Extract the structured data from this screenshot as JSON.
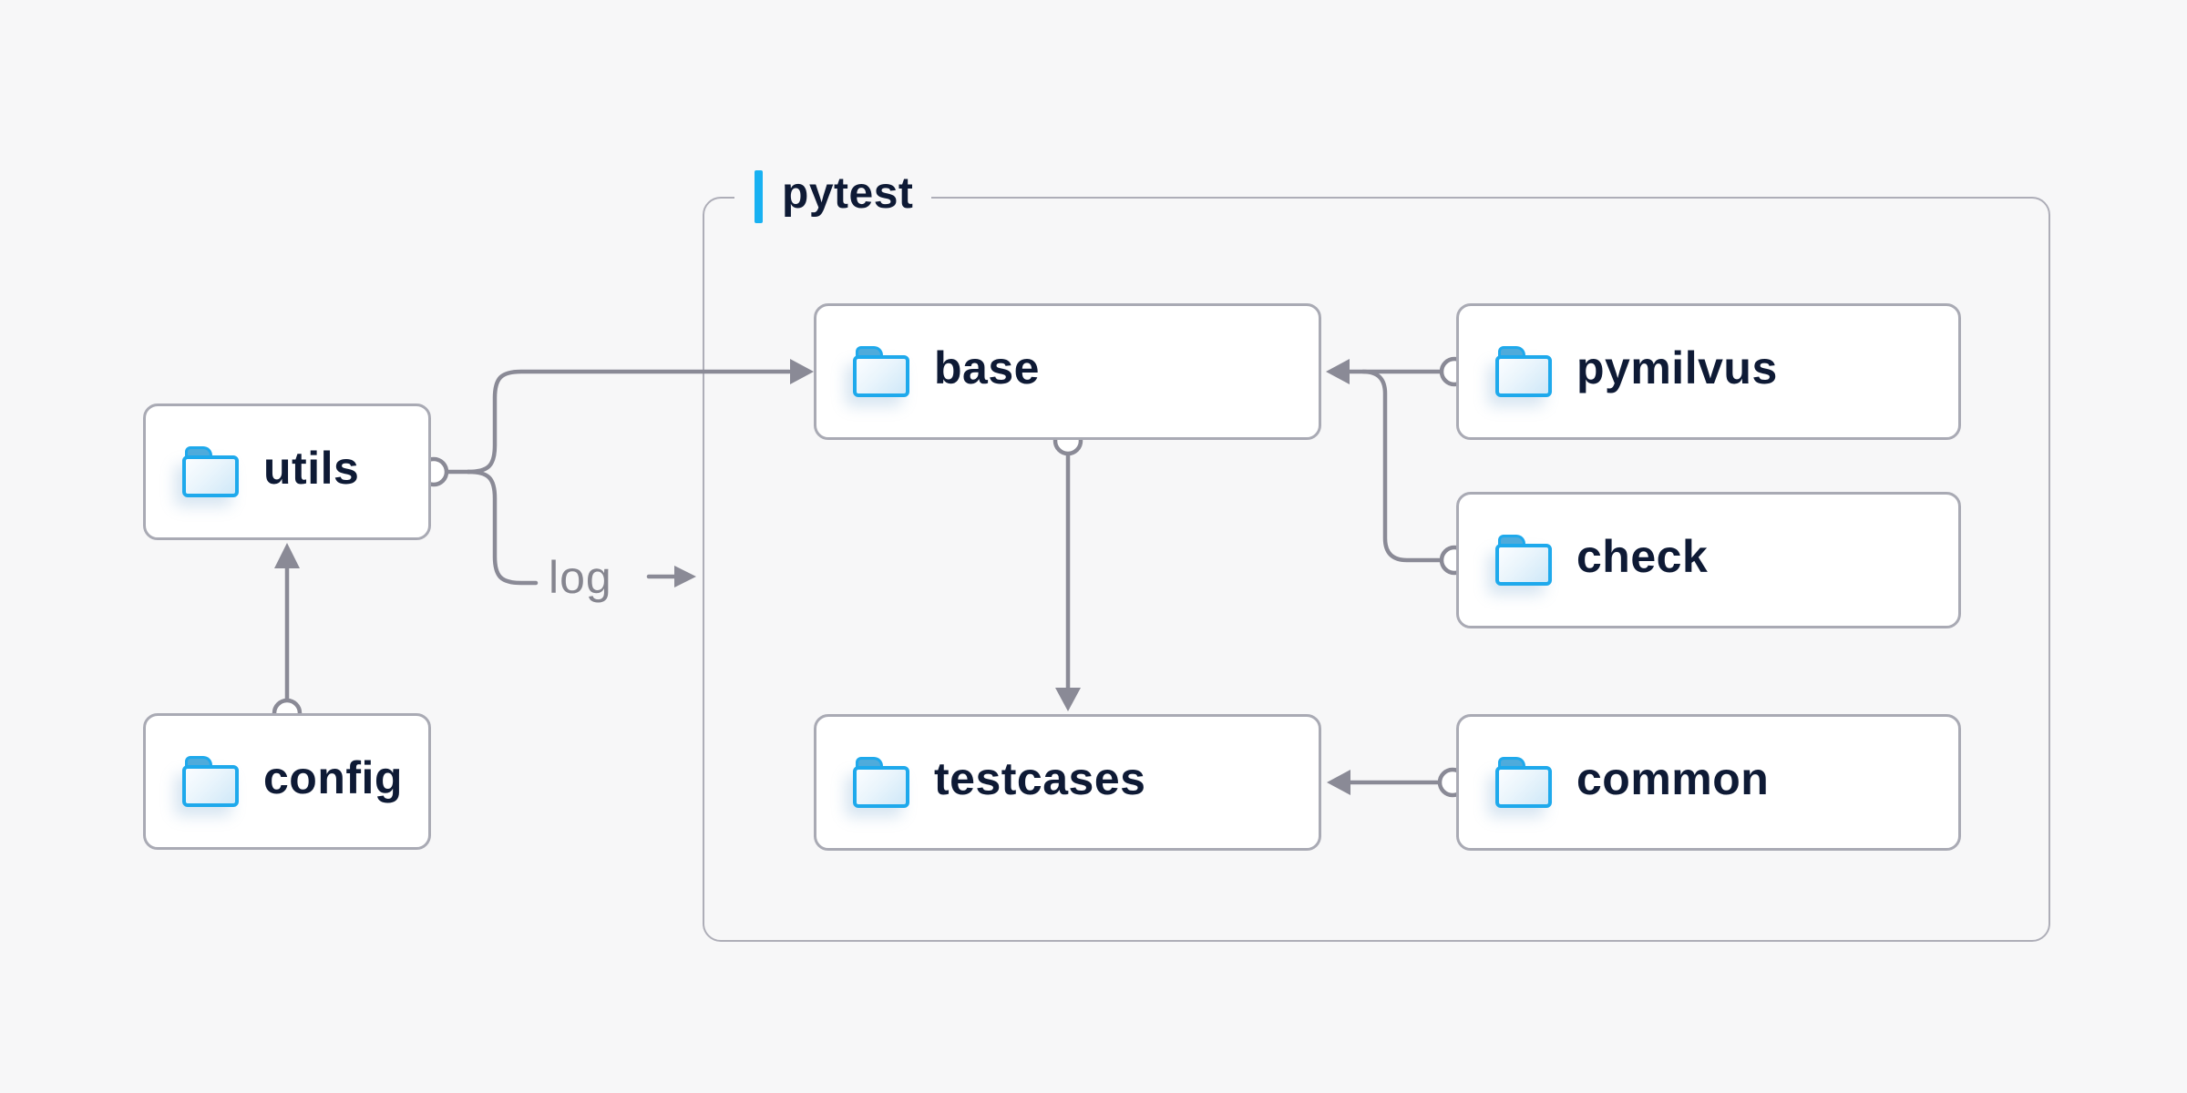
{
  "diagram": {
    "group": {
      "title": "pytest"
    },
    "log_label": "log",
    "nodes": {
      "utils": {
        "label": "utils"
      },
      "config": {
        "label": "config"
      },
      "base": {
        "label": "base"
      },
      "testcases": {
        "label": "testcases"
      },
      "pymilvus": {
        "label": "pymilvus"
      },
      "check": {
        "label": "check"
      },
      "common": {
        "label": "common"
      }
    },
    "edges": [
      {
        "from": "config",
        "to": "utils"
      },
      {
        "from": "utils",
        "to": "base"
      },
      {
        "from": "utils",
        "to": "log"
      },
      {
        "from": "pymilvus",
        "to": "base"
      },
      {
        "from": "check",
        "to": "base"
      },
      {
        "from": "base",
        "to": "testcases"
      },
      {
        "from": "common",
        "to": "testcases"
      }
    ],
    "colors": {
      "background": "#f7f7f8",
      "accent_blue": "#18b1f2",
      "folder_blue": "#1ea9ec",
      "text_dark": "#0e1a35",
      "line_gray": "#8a8a96",
      "border_gray": "#a9aab4"
    }
  }
}
